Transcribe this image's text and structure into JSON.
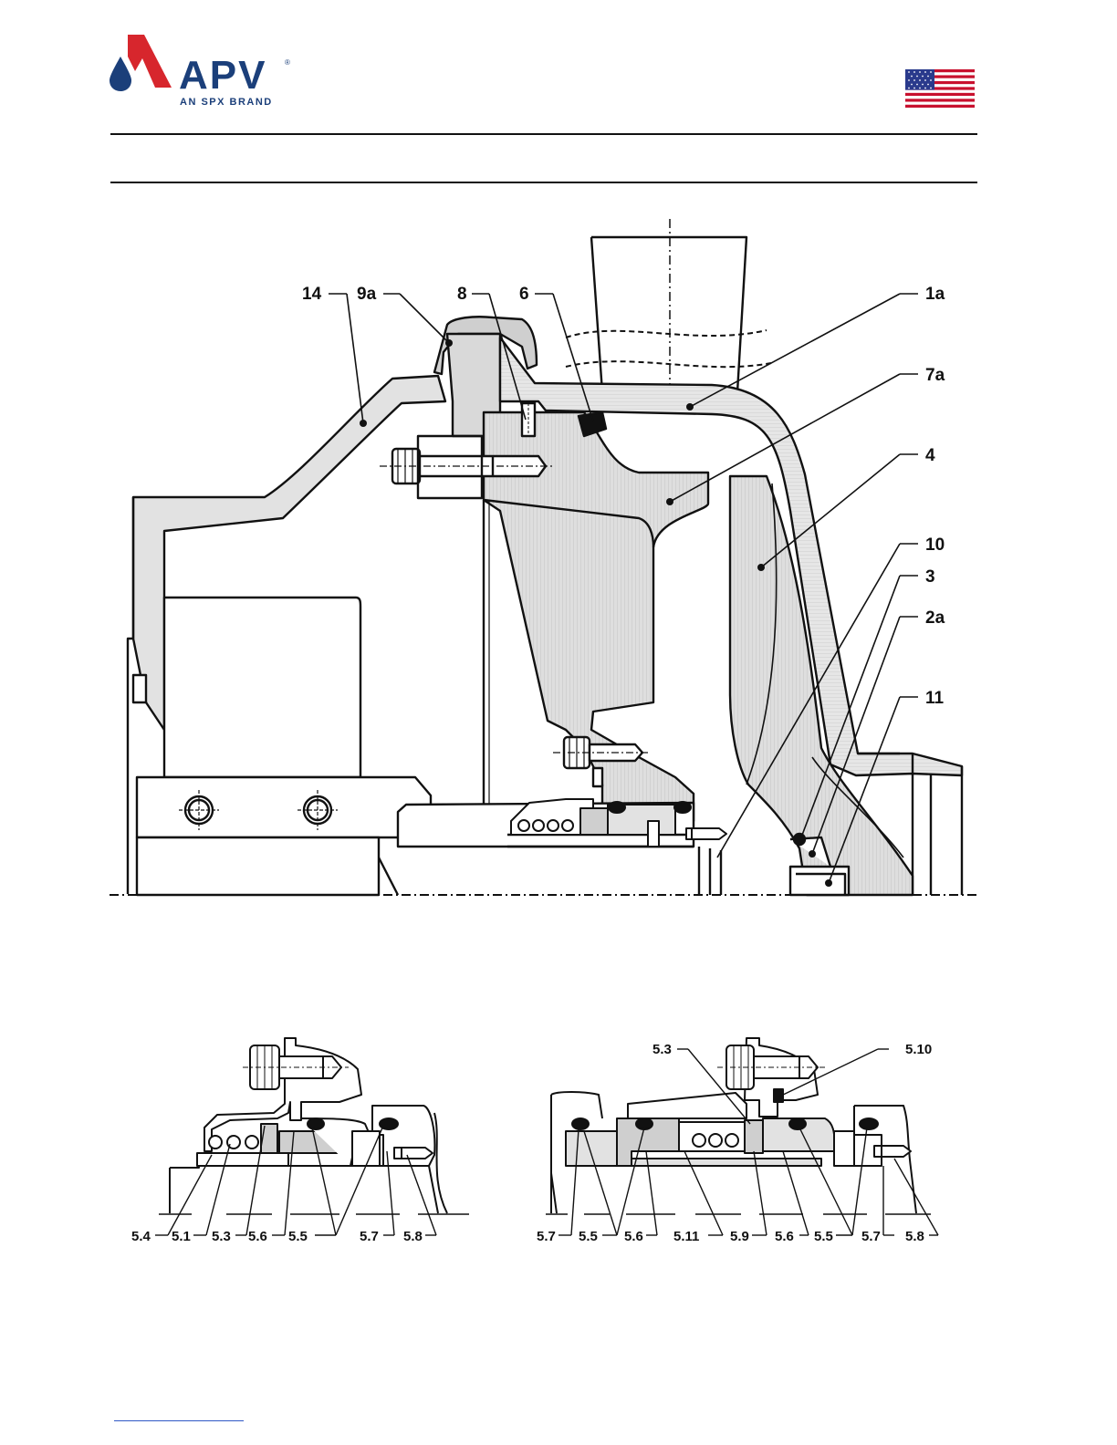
{
  "header": {
    "brand_name": "APV",
    "brand_tagline": "AN SPX BRAND",
    "registered_mark": "®",
    "flag_icon": "us-flag-icon",
    "brand_colors": {
      "red": "#d7262d",
      "blue": "#1b3f7a"
    }
  },
  "main_diagram": {
    "callouts": [
      "14",
      "9a",
      "8",
      "6",
      "1a",
      "7a",
      "4",
      "10",
      "3",
      "2a",
      "11"
    ]
  },
  "seal_detail_left": {
    "callouts": [
      "5.4",
      "5.1",
      "5.3",
      "5.6",
      "5.5",
      "5.7",
      "5.8"
    ]
  },
  "seal_detail_right": {
    "top_callouts": [
      "5.3",
      "5.10"
    ],
    "callouts": [
      "5.7",
      "5.5",
      "5.6",
      "5.11",
      "5.9",
      "5.6",
      "5.5",
      "5.7",
      "5.8"
    ]
  }
}
